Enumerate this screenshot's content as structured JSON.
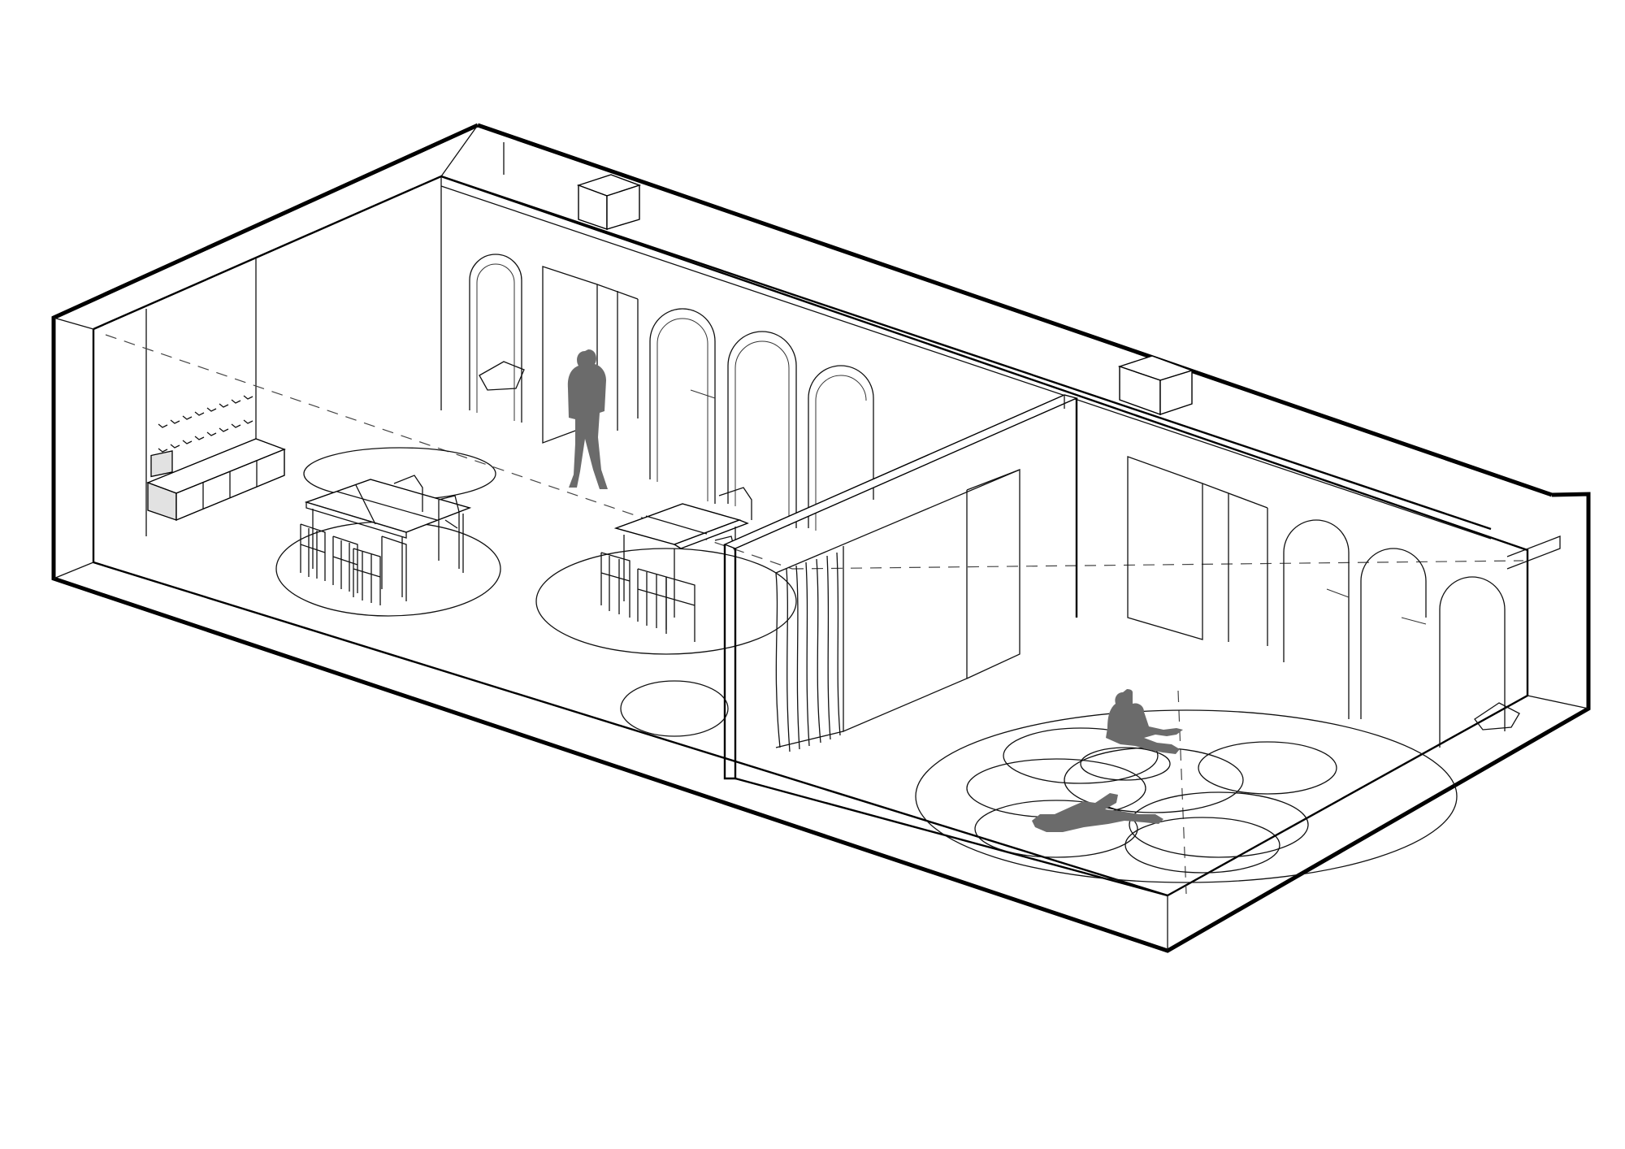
{
  "diagram": {
    "type": "isometric cutaway floor plan",
    "rooms": [
      {
        "id": "learning-room",
        "tables": 2,
        "chairs_per_table": 6,
        "people": 1
      },
      {
        "id": "lounge-room",
        "floor_rings": 8,
        "people": 2
      }
    ],
    "colors": {
      "line": "#000000",
      "background": "#ffffff",
      "figure": "#6b6b6b",
      "cubby_fill": "#e2e2e2"
    }
  }
}
